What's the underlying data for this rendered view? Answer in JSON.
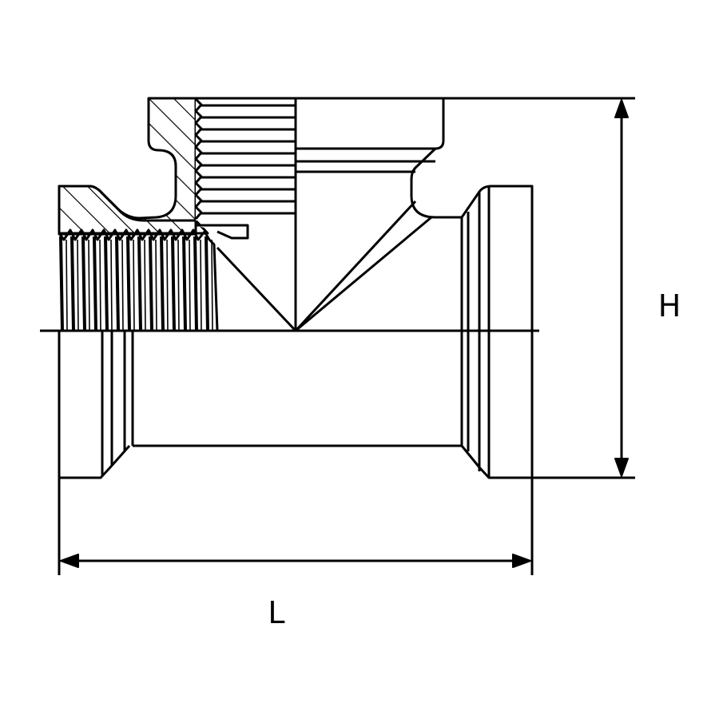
{
  "drawing": {
    "subject": "tee fitting",
    "line_color": "#000000",
    "background": "#ffffff"
  },
  "dimensions": {
    "height_label": "H",
    "length_label": "L"
  }
}
